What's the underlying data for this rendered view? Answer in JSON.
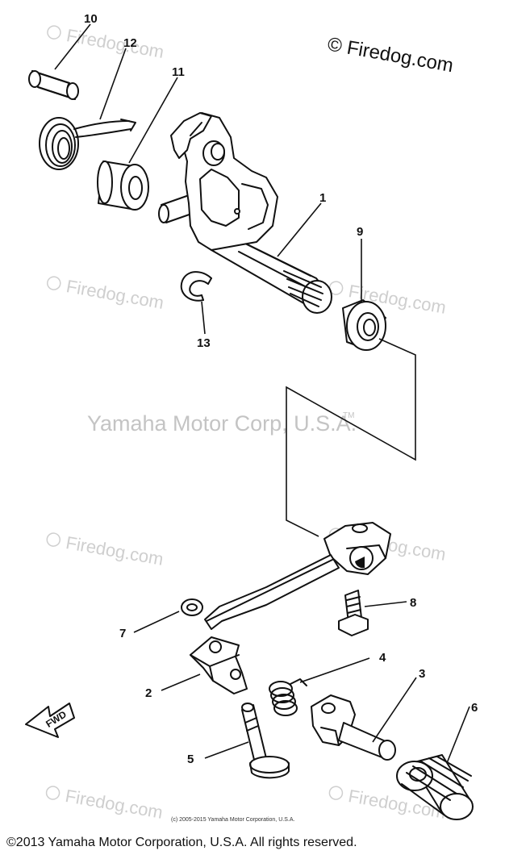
{
  "watermarks": {
    "top_right": "© Firedog.com",
    "repeat": "Firedog.com",
    "center": "Yamaha Motor Corp, U.S.A.",
    "center_mark": "TM"
  },
  "small_notice": "(c) 2005-2015 Yamaha Motor Corporation, U.S.A.",
  "copyright": "©2013 Yamaha Motor Corporation, U.S.A. All rights reserved.",
  "fwd_label": "FWD",
  "callouts": {
    "c1": "1",
    "c2": "2",
    "c3": "3",
    "c4": "4",
    "c5": "5",
    "c6": "6",
    "c7": "7",
    "c8": "8",
    "c9": "9",
    "c10": "10",
    "c11": "11",
    "c12": "12",
    "c13": "13"
  }
}
